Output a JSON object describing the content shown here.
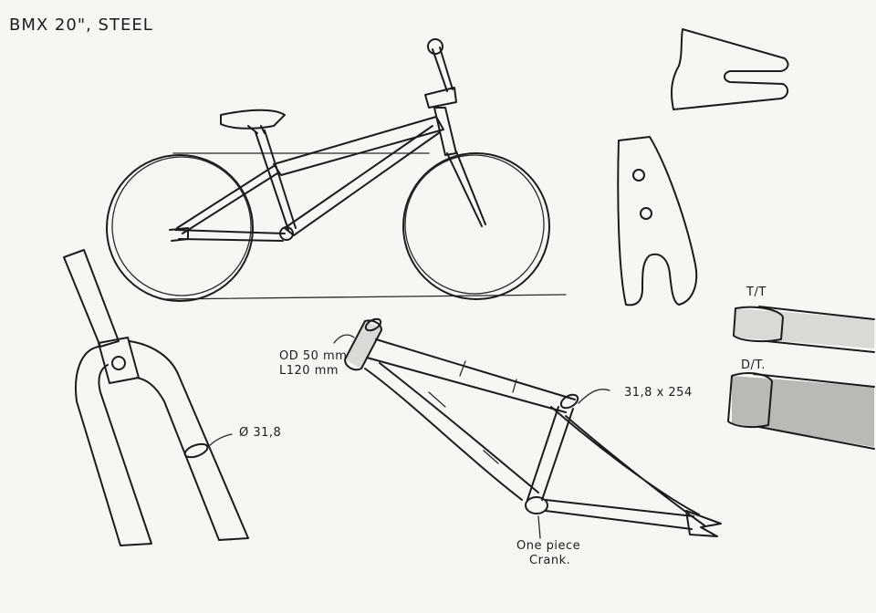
{
  "title": "BMX 20\", STEEL",
  "annotations": {
    "head_tube_od": "OD 50 mm",
    "head_tube_length": "L120 mm",
    "seat_tube_dim": "31,8 x 254",
    "fork_diameter": "Ø 31,8",
    "crank_line1": "One piece",
    "crank_line2": "Crank.",
    "top_tube": "T/T",
    "down_tube": "D/T."
  },
  "colors": {
    "paper": "#f7f6f2",
    "ink": "#1c1c1c",
    "shading": "#d9d9d6"
  }
}
